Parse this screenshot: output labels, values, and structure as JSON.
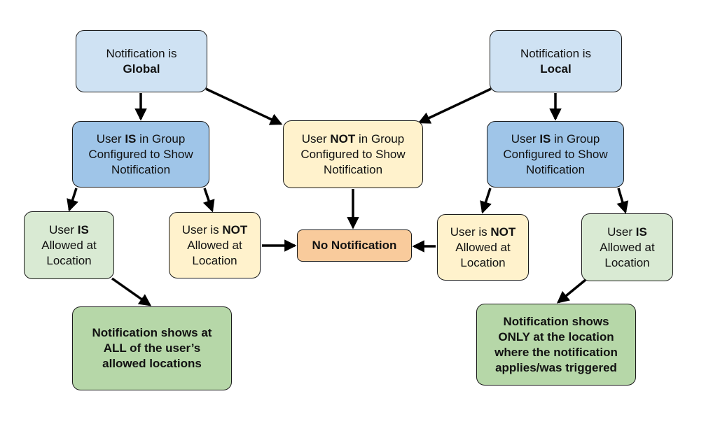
{
  "colors": {
    "light_blue": "#cfe2f3",
    "blue": "#9fc5e8",
    "yellow": "#fff2cc",
    "light_green": "#d9ead3",
    "green": "#b6d7a8",
    "orange": "#f9cb9c",
    "stroke": "#1a1a1a",
    "arrow": "#000000"
  },
  "nodes": {
    "global": {
      "lines": [
        [
          {
            "t": "Notification is"
          }
        ],
        [
          {
            "t": "Global",
            "b": true
          }
        ]
      ]
    },
    "local": {
      "lines": [
        [
          {
            "t": "Notification is"
          }
        ],
        [
          {
            "t": "Local",
            "b": true
          }
        ]
      ]
    },
    "user_in_group_left": {
      "lines": [
        [
          {
            "t": "User "
          },
          {
            "t": "IS",
            "b": true
          },
          {
            "t": " in Group"
          }
        ],
        [
          {
            "t": "Configured to Show"
          }
        ],
        [
          {
            "t": "Notification"
          }
        ]
      ]
    },
    "user_not_in_group": {
      "lines": [
        [
          {
            "t": "User "
          },
          {
            "t": "NOT",
            "b": true
          },
          {
            "t": " in Group"
          }
        ],
        [
          {
            "t": "Configured to Show"
          }
        ],
        [
          {
            "t": "Notification"
          }
        ]
      ]
    },
    "user_in_group_right": {
      "lines": [
        [
          {
            "t": "User "
          },
          {
            "t": "IS",
            "b": true
          },
          {
            "t": " in Group"
          }
        ],
        [
          {
            "t": "Configured to Show"
          }
        ],
        [
          {
            "t": "Notification"
          }
        ]
      ]
    },
    "allowed_left": {
      "lines": [
        [
          {
            "t": "User "
          },
          {
            "t": "IS",
            "b": true
          }
        ],
        [
          {
            "t": "Allowed at"
          }
        ],
        [
          {
            "t": "Location"
          }
        ]
      ]
    },
    "not_allowed_left": {
      "lines": [
        [
          {
            "t": "User is "
          },
          {
            "t": "NOT",
            "b": true
          }
        ],
        [
          {
            "t": "Allowed at"
          }
        ],
        [
          {
            "t": "Location"
          }
        ]
      ]
    },
    "no_notification": {
      "lines": [
        [
          {
            "t": "No Notification",
            "b": true
          }
        ]
      ]
    },
    "not_allowed_right": {
      "lines": [
        [
          {
            "t": "User is "
          },
          {
            "t": "NOT",
            "b": true
          }
        ],
        [
          {
            "t": "Allowed at"
          }
        ],
        [
          {
            "t": "Location"
          }
        ]
      ]
    },
    "allowed_right": {
      "lines": [
        [
          {
            "t": "User "
          },
          {
            "t": "IS",
            "b": true
          }
        ],
        [
          {
            "t": "Allowed at"
          }
        ],
        [
          {
            "t": "Location"
          }
        ]
      ]
    },
    "shows_all": {
      "lines": [
        [
          {
            "t": "Notification shows at",
            "b": true
          }
        ],
        [
          {
            "t": "ALL of the user’s",
            "b": true
          }
        ],
        [
          {
            "t": "allowed locations",
            "b": true
          }
        ]
      ]
    },
    "shows_only": {
      "lines": [
        [
          {
            "t": "Notification shows",
            "b": true
          }
        ],
        [
          {
            "t": "ONLY at the location",
            "b": true
          }
        ],
        [
          {
            "t": "where the notification",
            "b": true
          }
        ],
        [
          {
            "t": "applies/was triggered",
            "b": true
          }
        ]
      ]
    }
  }
}
